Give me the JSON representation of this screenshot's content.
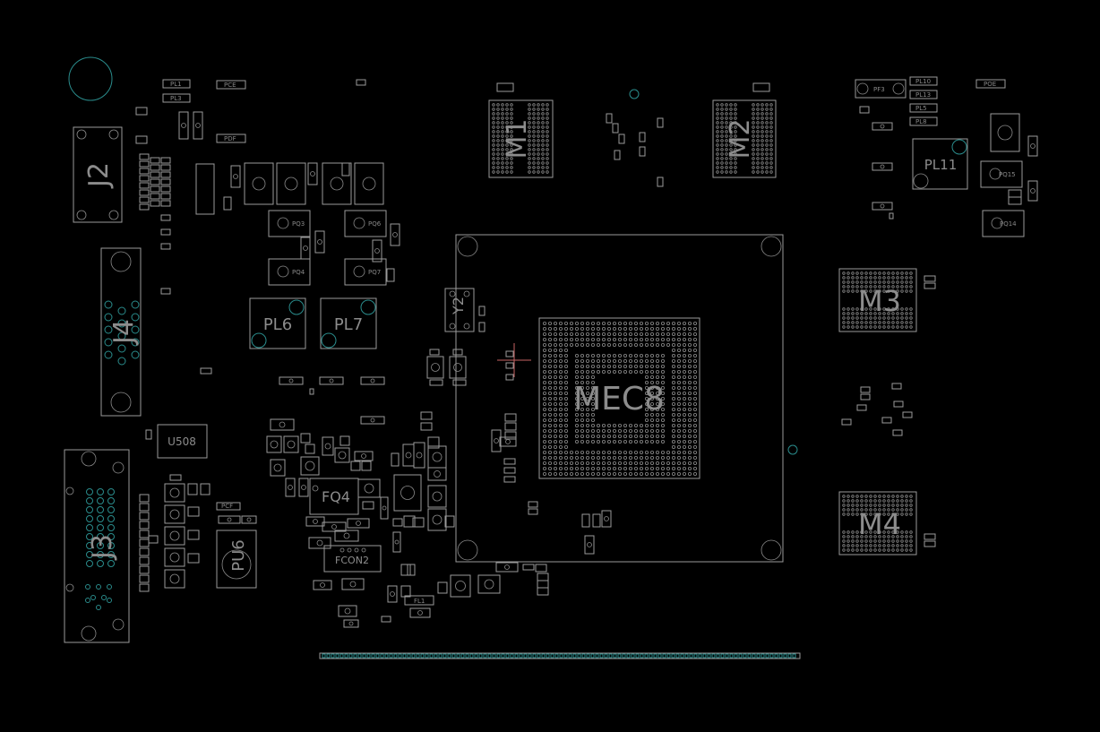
{
  "canvas": {
    "background": "#000000",
    "silkscreen_color": "#9a9a9a",
    "pad_color": "#2a8c8c"
  },
  "labels": {
    "mec8": "MEC8",
    "m1": "M1",
    "m2": "M2",
    "m3": "M3",
    "m4": "M4",
    "j2": "J2",
    "j3": "J3",
    "j4": "J4",
    "pl6": "PL6",
    "pl7": "PL7",
    "pl11": "PL11",
    "pu6": "PU6",
    "u508": "U508",
    "fq4": "FQ4",
    "fcon2": "FCON2",
    "y2": "Y2",
    "pq3": "PQ3",
    "pq4": "PQ4",
    "pq6": "PQ6",
    "pq7": "PQ7",
    "pq15": "PQ15",
    "pq14": "PQ14",
    "pl1": "PL1",
    "pl3": "PL3",
    "pl10": "PL10",
    "pl13": "PL13",
    "pl5": "PL5",
    "pl8": "PL8",
    "fl1": "FL1",
    "pdf": "PDF",
    "pcf": "PCF",
    "pf3": "PF3",
    "poe": "POE",
    "pce": "PCE"
  }
}
